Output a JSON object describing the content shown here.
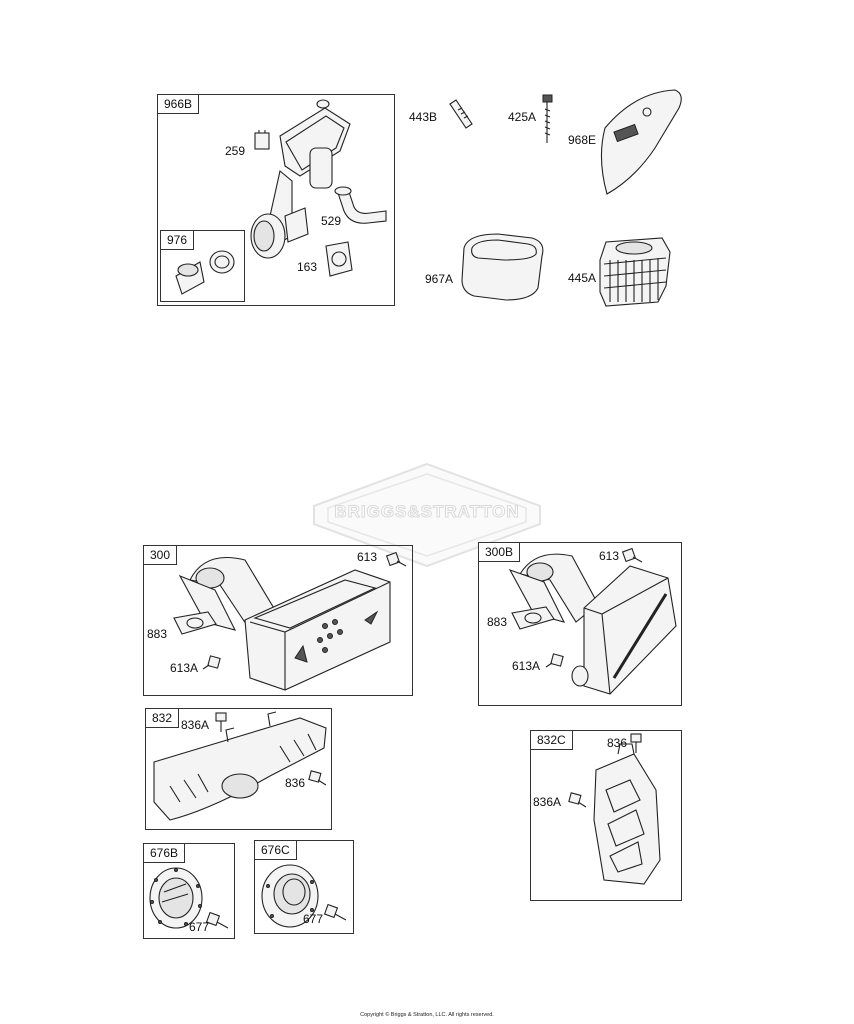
{
  "assemblies": {
    "air_cleaner": {
      "tag": "966B",
      "labels": {
        "p259": "259",
        "p529": "529",
        "p163": "163"
      }
    },
    "sub976": {
      "tag": "976"
    },
    "loose_parts": {
      "p443B": "443B",
      "p425A": "425A",
      "p968E": "968E",
      "p967A": "967A",
      "p445A": "445A"
    },
    "muffler300": {
      "tag": "300",
      "labels": {
        "p613": "613",
        "p883": "883",
        "p613A": "613A"
      }
    },
    "muffler300B": {
      "tag": "300B",
      "labels": {
        "p613": "613",
        "p883": "883",
        "p613A": "613A"
      }
    },
    "guard832": {
      "tag": "832",
      "labels": {
        "p836A": "836A",
        "p836": "836"
      }
    },
    "guard832C": {
      "tag": "832C",
      "labels": {
        "p836": "836",
        "p836A": "836A"
      }
    },
    "deflector676B": {
      "tag": "676B",
      "labels": {
        "p677": "677"
      }
    },
    "deflector676C": {
      "tag": "676C",
      "labels": {
        "p677": "677"
      }
    }
  },
  "watermark": "BRIGGS&STRATTON",
  "copyright": "Copyright © Briggs & Stratton, LLC. All rights reserved."
}
